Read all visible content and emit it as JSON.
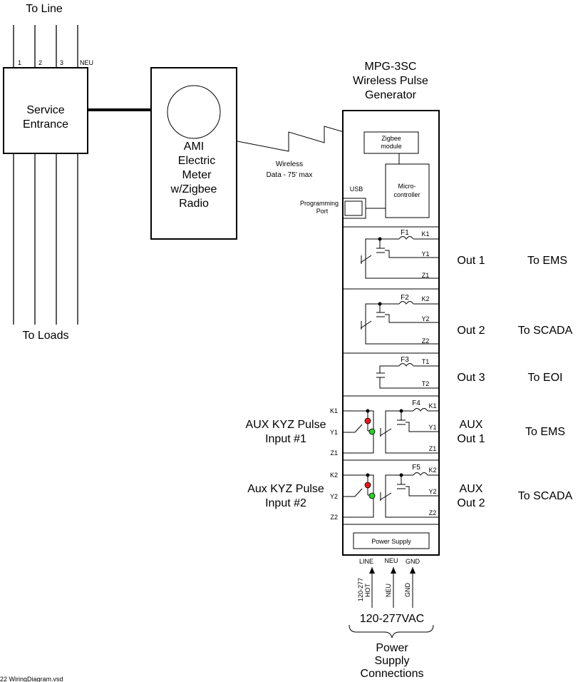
{
  "top": {
    "to_line": "To Line",
    "to_loads": "To Loads",
    "phases": [
      "1",
      "2",
      "3",
      "NEU"
    ]
  },
  "service": {
    "line1": "Service",
    "line2": "Entrance"
  },
  "meter": {
    "lines": [
      "AMI",
      "Electric",
      "Meter",
      "w/Zigbee",
      "Radio"
    ]
  },
  "wireless": {
    "line1": "Wireless",
    "line2": "Data - 75' max"
  },
  "device": {
    "title": [
      "MPG-3SC",
      "Wireless Pulse",
      "Generator"
    ]
  },
  "zigbee": [
    "Zigbee",
    "module"
  ],
  "micro": [
    "Micro-",
    "controller"
  ],
  "usb": "USB",
  "programming": [
    "Programming",
    "Port"
  ],
  "outputs": [
    {
      "fuse": "F1",
      "terms": [
        "K1",
        "Y1",
        "Z1"
      ],
      "label": "Out 1",
      "dest": "To EMS"
    },
    {
      "fuse": "F2",
      "terms": [
        "K2",
        "Y2",
        "Z2"
      ],
      "label": "Out 2",
      "dest": "To SCADA"
    },
    {
      "fuse": "F3",
      "terms": [
        "T1",
        "T2"
      ],
      "label": "Out 3",
      "dest": "To EOI"
    },
    {
      "fuse": "F4",
      "terms": [
        "K1",
        "Y1",
        "Z1"
      ],
      "label": [
        "AUX",
        "Out 1"
      ],
      "dest": "To EMS"
    },
    {
      "fuse": "F5",
      "terms": [
        "K2",
        "Y2",
        "Z2"
      ],
      "label": [
        "AUX",
        "Out 2"
      ],
      "dest": "To SCADA"
    }
  ],
  "aux_inputs": [
    {
      "label": [
        "AUX KYZ Pulse",
        "Input #1"
      ],
      "terms": [
        "K1",
        "Y1",
        "Z1"
      ]
    },
    {
      "label": [
        "Aux KYZ Pulse",
        "Input #2"
      ],
      "terms": [
        "K2",
        "Y2",
        "Z2"
      ]
    }
  ],
  "power_supply": "Power Supply",
  "power_terms": [
    "LINE",
    "NEU",
    "GND"
  ],
  "power_wires": [
    "120-277",
    "HOT",
    "NEU",
    "GND"
  ],
  "vac": "120-277VAC",
  "psc": [
    "Power",
    "Supply",
    "Connections"
  ],
  "footer": "22 WiringDiagram.vsd",
  "colors": {
    "led_red": "#e21b1b",
    "led_green": "#2ecc2e"
  }
}
